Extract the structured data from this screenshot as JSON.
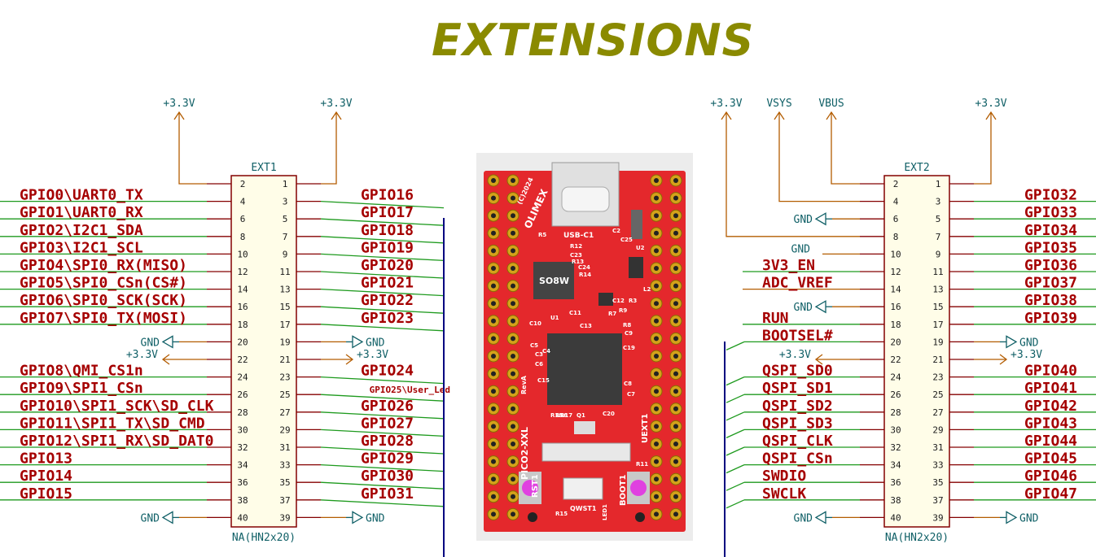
{
  "title": "EXTENSIONS",
  "colors": {
    "signal_text": "#a50000",
    "power_text": "#0f5f66",
    "wire": "#1e9a1e",
    "power_wire": "#b35c00",
    "bus": "#000080",
    "board_red": "#e4282c",
    "title": "#8a8a00"
  },
  "ext1": {
    "ref": "EXT1",
    "value": "NA(HN2x20)",
    "top_pwr_left": "+3.3V",
    "top_pwr_right": "+3.3V",
    "left": [
      {
        "pin": "2",
        "label": ""
      },
      {
        "pin": "4",
        "label": "GPIO0\\UART0_TX"
      },
      {
        "pin": "6",
        "label": "GPIO1\\UART0_RX"
      },
      {
        "pin": "8",
        "label": "GPIO2\\I2C1_SDA"
      },
      {
        "pin": "10",
        "label": "GPIO3\\I2C1_SCL"
      },
      {
        "pin": "12",
        "label": "GPIO4\\SPI0_RX(MISO)"
      },
      {
        "pin": "14",
        "label": "GPIO5\\SPI0_CSn(CS#)"
      },
      {
        "pin": "16",
        "label": "GPIO6\\SPI0_SCK(SCK)"
      },
      {
        "pin": "18",
        "label": "GPIO7\\SPI0_TX(MOSI)"
      },
      {
        "pin": "20",
        "label": ""
      },
      {
        "pin": "22",
        "label": ""
      },
      {
        "pin": "24",
        "label": "GPIO8\\QMI_CS1n"
      },
      {
        "pin": "26",
        "label": "GPIO9\\SPI1_CSn"
      },
      {
        "pin": "28",
        "label": "GPIO10\\SPI1_SCK\\SD_CLK"
      },
      {
        "pin": "30",
        "label": "GPIO11\\SPI1_TX\\SD_CMD"
      },
      {
        "pin": "32",
        "label": "GPIO12\\SPI1_RX\\SD_DAT0"
      },
      {
        "pin": "34",
        "label": "GPIO13"
      },
      {
        "pin": "36",
        "label": "GPIO14"
      },
      {
        "pin": "38",
        "label": "GPIO15"
      },
      {
        "pin": "40",
        "label": ""
      }
    ],
    "right": [
      {
        "pin": "1",
        "label": ""
      },
      {
        "pin": "3",
        "label": "GPIO16"
      },
      {
        "pin": "5",
        "label": "GPIO17"
      },
      {
        "pin": "7",
        "label": "GPIO18"
      },
      {
        "pin": "9",
        "label": "GPIO19"
      },
      {
        "pin": "11",
        "label": "GPIO20"
      },
      {
        "pin": "13",
        "label": "GPIO21"
      },
      {
        "pin": "15",
        "label": "GPIO22"
      },
      {
        "pin": "17",
        "label": "GPIO23"
      },
      {
        "pin": "19",
        "label": ""
      },
      {
        "pin": "21",
        "label": ""
      },
      {
        "pin": "23",
        "label": "GPIO24"
      },
      {
        "pin": "25",
        "label": "GPIO25\\User_Led"
      },
      {
        "pin": "27",
        "label": "GPIO26"
      },
      {
        "pin": "29",
        "label": "GPIO27"
      },
      {
        "pin": "31",
        "label": "GPIO28"
      },
      {
        "pin": "33",
        "label": "GPIO29"
      },
      {
        "pin": "35",
        "label": "GPIO30"
      },
      {
        "pin": "37",
        "label": "GPIO31"
      },
      {
        "pin": "39",
        "label": ""
      }
    ],
    "gnd_l20": "GND",
    "pwr_l22": "+3.3V",
    "gnd_r19": "GND",
    "pwr_r21": "+3.3V",
    "gnd_l40": "GND",
    "gnd_r39": "GND"
  },
  "ext2": {
    "ref": "EXT2",
    "value": "NA(HN2x20)",
    "top_pwr": [
      "+3.3V",
      "VSYS",
      "VBUS",
      "+3.3V"
    ],
    "left": [
      {
        "pin": "2",
        "label": ""
      },
      {
        "pin": "4",
        "label": ""
      },
      {
        "pin": "6",
        "label": ""
      },
      {
        "pin": "8",
        "label": ""
      },
      {
        "pin": "10",
        "label": ""
      },
      {
        "pin": "12",
        "label": "3V3_EN"
      },
      {
        "pin": "14",
        "label": "ADC_VREF"
      },
      {
        "pin": "16",
        "label": ""
      },
      {
        "pin": "18",
        "label": "RUN"
      },
      {
        "pin": "20",
        "label": "BOOTSEL#"
      },
      {
        "pin": "22",
        "label": ""
      },
      {
        "pin": "24",
        "label": "QSPI_SD0"
      },
      {
        "pin": "26",
        "label": "QSPI_SD1"
      },
      {
        "pin": "28",
        "label": "QSPI_SD2"
      },
      {
        "pin": "30",
        "label": "QSPI_SD3"
      },
      {
        "pin": "32",
        "label": "QSPI_CLK"
      },
      {
        "pin": "34",
        "label": "QSPI_CSn"
      },
      {
        "pin": "36",
        "label": "SWDIO"
      },
      {
        "pin": "38",
        "label": "SWCLK"
      },
      {
        "pin": "40",
        "label": ""
      }
    ],
    "right": [
      {
        "pin": "1",
        "label": ""
      },
      {
        "pin": "3",
        "label": "GPIO32"
      },
      {
        "pin": "5",
        "label": "GPIO33"
      },
      {
        "pin": "7",
        "label": "GPIO34"
      },
      {
        "pin": "9",
        "label": "GPIO35"
      },
      {
        "pin": "11",
        "label": "GPIO36"
      },
      {
        "pin": "13",
        "label": "GPIO37"
      },
      {
        "pin": "15",
        "label": "GPIO38"
      },
      {
        "pin": "17",
        "label": "GPIO39"
      },
      {
        "pin": "19",
        "label": ""
      },
      {
        "pin": "21",
        "label": ""
      },
      {
        "pin": "23",
        "label": "GPIO40"
      },
      {
        "pin": "25",
        "label": "GPIO41"
      },
      {
        "pin": "27",
        "label": "GPIO42"
      },
      {
        "pin": "29",
        "label": "GPIO43"
      },
      {
        "pin": "31",
        "label": "GPIO44"
      },
      {
        "pin": "33",
        "label": "GPIO45"
      },
      {
        "pin": "35",
        "label": "GPIO46"
      },
      {
        "pin": "37",
        "label": "GPIO47"
      },
      {
        "pin": "39",
        "label": ""
      }
    ],
    "gnd_l6": "GND",
    "gnd_l10": "GND",
    "gnd_l16": "GND",
    "pwr_l22": "+3.3V",
    "gnd_r19": "GND",
    "pwr_r21": "+3.3V",
    "gnd_l40": "GND",
    "gnd_r39": "GND"
  },
  "board": {
    "usb_label": "USB-C1",
    "flash_label": "SO8W",
    "name": "PICO2-XXL",
    "rev": "RevA",
    "brand": "OLIMEX",
    "copyright": "(C)2024",
    "btn_rst": "RST1",
    "btn_boot": "BOOT1",
    "uext": "UEXT1",
    "qwst": "QWST1",
    "led": "LED1",
    "parts": [
      "R5",
      "R12",
      "C23",
      "R13",
      "C24",
      "R14",
      "U1",
      "C11",
      "C13",
      "C10",
      "C8",
      "C7",
      "Q1",
      "C20",
      "R11",
      "R15",
      "R3",
      "C12",
      "C25",
      "C2",
      "C19",
      "U2",
      "L2",
      "R17",
      "R16",
      "R18",
      "C15",
      "C6",
      "C3",
      "C9",
      "C4",
      "C5",
      "R9",
      "R7",
      "R8"
    ]
  }
}
